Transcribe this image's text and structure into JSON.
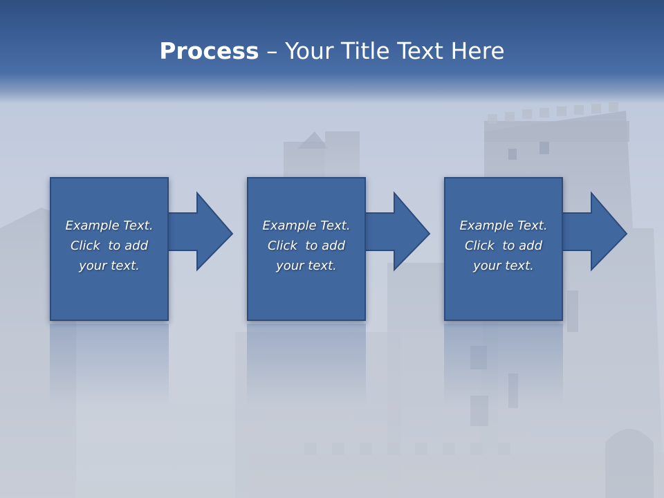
{
  "slide": {
    "title_bold": "Process",
    "title_rest": " – Your Title Text Here"
  },
  "steps": [
    {
      "line1": "Example Text.",
      "line2": "Click  to add",
      "line3": "your text."
    },
    {
      "line1": "Example Text.",
      "line2": "Click  to add",
      "line3": "your text."
    },
    {
      "line1": "Example Text.",
      "line2": "Click  to add",
      "line3": "your text."
    }
  ],
  "colors": {
    "header": "#3a5e95",
    "box_fill": "#41679f",
    "box_border": "#2c4b7b",
    "text": "#ffffff"
  }
}
